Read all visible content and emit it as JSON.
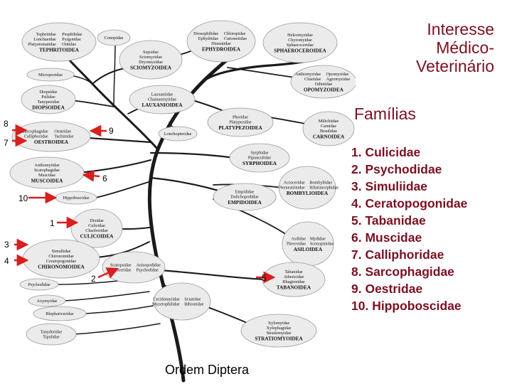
{
  "title": [
    "Interesse",
    "Médico-",
    "Veterinário"
  ],
  "familias_heading": "Famílias",
  "families": [
    "1. Culicidae",
    "2. Psychodidae",
    "3. Simuliidae",
    "4. Ceratopogonidae",
    "5. Tabanidae",
    "6. Muscidae",
    "7. Calliphoridae",
    "8. Sarcophagidae",
    "9. Oestridae",
    "10. Hippoboscidae"
  ],
  "caption": "Ordem Diptera",
  "arrow_color": "#d62020",
  "node_colors": {
    "fill": "#ebebeb",
    "stroke": "#ffffff",
    "branch": "#1a1a1a"
  },
  "markers": [
    "8",
    "9",
    "7",
    "6",
    "10",
    "1",
    "3",
    "4",
    "2",
    "5"
  ],
  "superfamilies": [
    {
      "id": "tephritoidea",
      "families": [
        "Tephritidae",
        "Piophilidae",
        "Lonchaeidae",
        "Pyrgotidae",
        "Platystomatidae",
        "Otitidae"
      ],
      "name": "TEPHRITOIDEA"
    },
    {
      "id": "conopoidea",
      "families": [
        "Conopidae"
      ],
      "name": ""
    },
    {
      "id": "ephydroidea",
      "families": [
        "Drosophilidae",
        "Chloropidae",
        "Ephydridae",
        "Curtonotidae",
        "Diastatidae"
      ],
      "name": "EPHYDROIDEA"
    },
    {
      "id": "sphaeroceroidea",
      "families": [
        "Heleomyzidae",
        "Chyromyidae",
        "Sphaeroceridae"
      ],
      "name": "SPHAEROCEROIDEA"
    },
    {
      "id": "sciomyzoidea",
      "families": [
        "Sepsidae",
        "Sciomyzidae",
        "Dryomyzidae"
      ],
      "name": "SCIOMYZOIDEA"
    },
    {
      "id": "micropezoidea",
      "families": [
        "Micropezidae"
      ],
      "name": ""
    },
    {
      "id": "opomyzoidea",
      "families": [
        "Anthomyzidae",
        "Opomyzidae",
        "Clusiidae",
        "Agromyzidae",
        "Odiniidae"
      ],
      "name": "OPOMYZOIDEA"
    },
    {
      "id": "diopsoidea",
      "families": [
        "Diopsidae",
        "Psilidae",
        "Tanypezidae"
      ],
      "name": "DIOPSOIDEA"
    },
    {
      "id": "lauxanioidea",
      "families": [
        "Lauxaniidae",
        "Chamaemyiidae"
      ],
      "name": "LAUXANIOIDEA"
    },
    {
      "id": "carnoidea",
      "families": [
        "Milichiidae",
        "Carnidae",
        "Braulidae"
      ],
      "name": "CARNOIDEA"
    },
    {
      "id": "platypezoidea",
      "families": [
        "Phoridae",
        "Platypezidae"
      ],
      "name": "PLATYPEZOIDEA"
    },
    {
      "id": "oestroidea",
      "families": [
        "Sarcophagidae",
        "Oestridae",
        "Calliphoridae",
        "Tachinidae"
      ],
      "name": "OESTROIDEA"
    },
    {
      "id": "lonchopteroidea",
      "families": [
        "Lonchopteridae"
      ],
      "name": ""
    },
    {
      "id": "syrphoidea",
      "families": [
        "Syrphidae",
        "Pipunculidae"
      ],
      "name": "SYRPHOIDEA"
    },
    {
      "id": "muscoidea",
      "families": [
        "Anthomyiidae",
        "Scatophagidae",
        "Muscidae"
      ],
      "name": "MUSCOIDEA"
    },
    {
      "id": "bombylioidea",
      "families": [
        "Acroceridae",
        "Bombyliidae",
        "Nemestrinidae",
        "Hilarimorphidae"
      ],
      "name": "BOMBYLIOIDEA"
    },
    {
      "id": "empidoidea",
      "families": [
        "Empididae",
        "Dolichopodidae"
      ],
      "name": "EMPIDOIDEA"
    },
    {
      "id": "hippoboscoidea",
      "families": [
        "Hippoboscidae"
      ],
      "name": ""
    },
    {
      "id": "asiloidea",
      "families": [
        "Asilidae",
        "Mydidae",
        "Therevidae",
        "Scenopinidae"
      ],
      "name": "ASILOIDEA"
    },
    {
      "id": "culicoidea",
      "families": [
        "Dixidae",
        "Culicidae",
        "Chaoboridae"
      ],
      "name": "CULICOIDEA"
    },
    {
      "id": "chironomoidea",
      "families": [
        "Simuliidae",
        "Chironomidae",
        "Ceratopogonidae"
      ],
      "name": "CHIRONOMOIDEA"
    },
    {
      "id": "psychodoidea",
      "families": [
        "Psychodidae"
      ],
      "name": ""
    },
    {
      "id": "tipuloidea-group",
      "families": [
        "Scatopsidae",
        "Anisopodidae",
        "Trichoceridae",
        "Psychodidae"
      ],
      "name": ""
    },
    {
      "id": "tabanoidea",
      "families": [
        "Tabanidae",
        "Athericidae",
        "Rhagionidae"
      ],
      "name": "TABANOIDEA"
    },
    {
      "id": "axymyioidea",
      "families": [
        "Axymyidae"
      ],
      "name": ""
    },
    {
      "id": "sciaroidea",
      "families": [
        "Cecidomyiidae",
        "Sciaridae",
        "Mycetophilidae",
        "Bibionidae"
      ],
      "name": ""
    },
    {
      "id": "blephariceroidea",
      "families": [
        "Blephariceridae"
      ],
      "name": ""
    },
    {
      "id": "stratiomyoidea",
      "families": [
        "Xylomyidae",
        "Xylophagidae",
        "Stratiomyidae"
      ],
      "name": "STRATIOMYOIDEA"
    },
    {
      "id": "tipuloidea",
      "families": [
        "Tanyderidae",
        "Tipulidae"
      ],
      "name": ""
    }
  ]
}
